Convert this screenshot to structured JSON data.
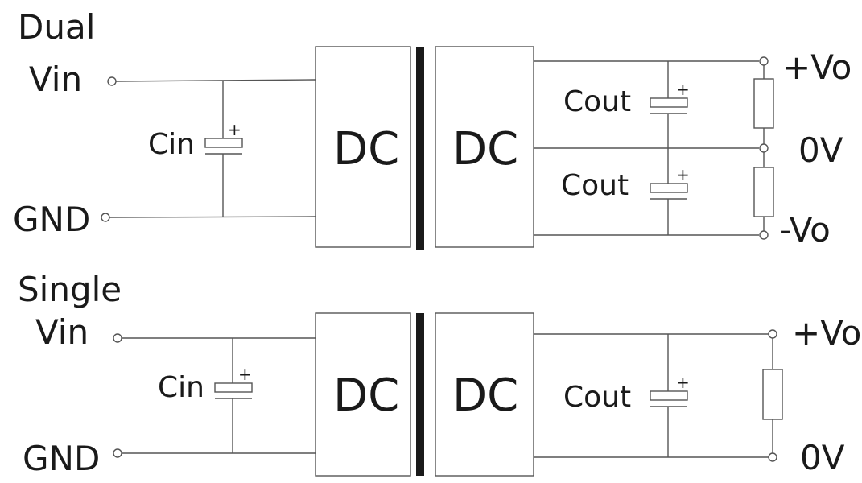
{
  "dual": {
    "title": "Dual",
    "vin": "Vin",
    "gnd": "GND",
    "cin": "Cin",
    "dc_left": "DC",
    "dc_right": "DC",
    "cout_top": "Cout",
    "cout_bottom": "Cout",
    "plus_vo": "+Vo",
    "zero_v": "0V",
    "minus_vo": "-Vo",
    "cap_polarity": "+"
  },
  "single": {
    "title": "Single",
    "vin": "Vin",
    "gnd": "GND",
    "cin": "Cin",
    "dc_left": "DC",
    "dc_right": "DC",
    "cout": "Cout",
    "plus_vo": "+Vo",
    "zero_v": "0V",
    "cap_polarity": "+"
  },
  "colors": {
    "line": "#555555",
    "text": "#1a1a1a",
    "transformer_bar": "#1a1a1a",
    "background": "#ffffff"
  }
}
